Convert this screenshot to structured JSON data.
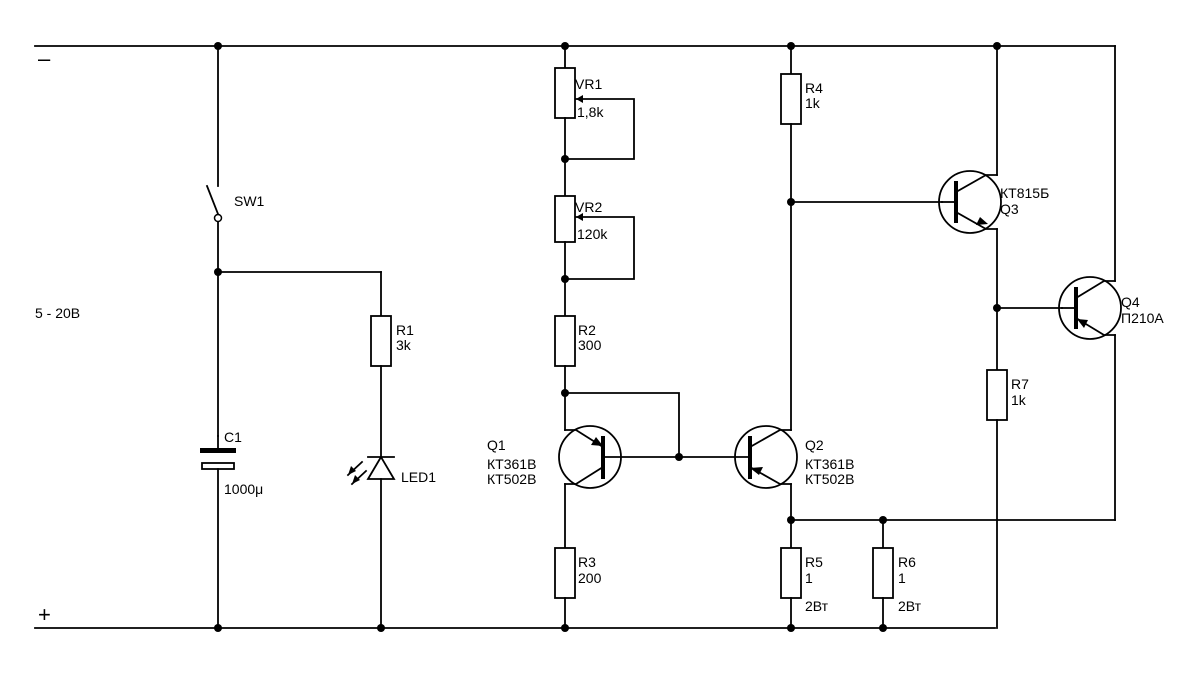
{
  "rails": {
    "negative": "–",
    "positive": "+"
  },
  "supply": {
    "voltage": "5 - 20В"
  },
  "components": {
    "sw1": {
      "name": "SW1"
    },
    "c1": {
      "name": "C1",
      "value": "1000μ"
    },
    "r1": {
      "name": "R1",
      "value": "3k"
    },
    "led1": {
      "name": "LED1"
    },
    "vr1": {
      "name": "VR1",
      "value": "1,8k"
    },
    "vr2": {
      "name": "VR2",
      "value": "120k"
    },
    "r2": {
      "name": "R2",
      "value": "300"
    },
    "r3": {
      "name": "R3",
      "value": "200"
    },
    "r4": {
      "name": "R4",
      "value": "1k"
    },
    "r5": {
      "name": "R5",
      "value": "1",
      "power": "2Вт"
    },
    "r6": {
      "name": "R6",
      "value": "1",
      "power": "2Вт"
    },
    "r7": {
      "name": "R7",
      "value": "1k"
    },
    "q1": {
      "name": "Q1",
      "type1": "КТ361В",
      "type2": "КТ502В"
    },
    "q2": {
      "name": "Q2",
      "type1": "КТ361В",
      "type2": "КТ502В"
    },
    "q3": {
      "name": "Q3",
      "type": "КТ815Б"
    },
    "q4": {
      "name": "Q4",
      "type": "П210А"
    }
  }
}
